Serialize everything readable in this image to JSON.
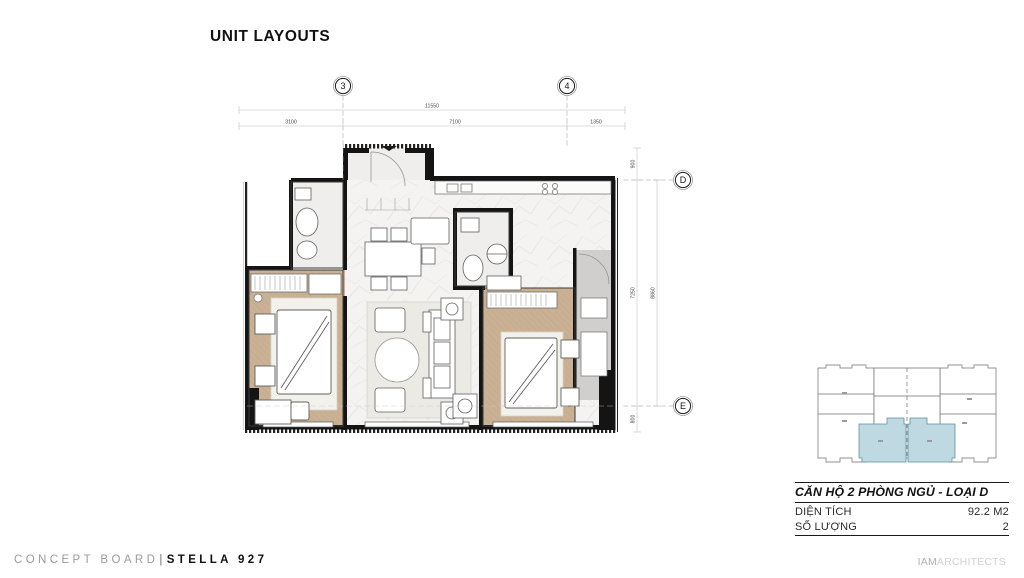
{
  "page": {
    "title": "UNIT LAYOUTS"
  },
  "footer": {
    "concept_label": "CONCEPT BOARD",
    "separator": "|",
    "project_label": "STELLA 927",
    "logo_primary": "IAM",
    "logo_secondary": "ARCHITECTS"
  },
  "info_block": {
    "title": "CĂN HỘ 2 PHÒNG NGỦ - LOẠI D",
    "rows": [
      {
        "label": "DIỆN TÍCH",
        "value": "92.2 M2"
      },
      {
        "label": "SỐ LƯỢNG",
        "value": "2"
      }
    ]
  },
  "grid_bubbles": {
    "top": [
      {
        "label": "3"
      },
      {
        "label": "4"
      }
    ],
    "right": [
      {
        "label": "D"
      },
      {
        "label": "E"
      }
    ]
  },
  "dimensions": {
    "horizontal_overall": "11550",
    "horizontal_segments": [
      "3100",
      "7100",
      "1350"
    ],
    "vertical_overall": "8860",
    "vertical_segments": [
      "900",
      "7250",
      "800"
    ]
  },
  "colors": {
    "wall_black": "#111111",
    "wood_floor": "#cbb193",
    "tile_floor": "#f2f1ef",
    "balcony_grey": "#cfcfcf",
    "keyplan_highlight": "#bfd9e3",
    "keyplan_line": "#6f6f6f",
    "dimension_line": "#b5b5b5",
    "accent_text": "#111111"
  },
  "plan": {
    "rooms": [
      {
        "name": "entry-foyer"
      },
      {
        "name": "guest-bathroom"
      },
      {
        "name": "kitchen"
      },
      {
        "name": "dining-area"
      },
      {
        "name": "living-room"
      },
      {
        "name": "master-bedroom"
      },
      {
        "name": "master-wardrobe"
      },
      {
        "name": "bedroom-two"
      },
      {
        "name": "master-bathroom"
      },
      {
        "name": "balcony"
      }
    ]
  },
  "keyplan": {
    "highlighted_units": 2
  }
}
